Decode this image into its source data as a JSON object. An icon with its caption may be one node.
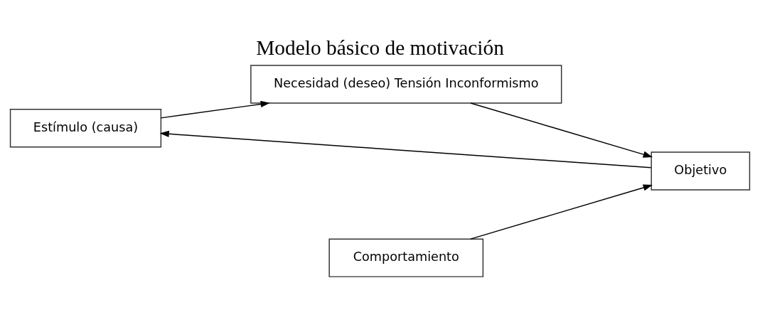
{
  "diagram": {
    "title": "Modelo básico de motivación",
    "nodes": [
      {
        "text": [
          "Estímulo (causa)"
        ]
      },
      {
        "text": [
          "Necesidad (deseo) Tensión Inconformismo"
        ]
      },
      {
        "text": [
          "Objetivo"
        ]
      },
      {
        "text": [
          "Comportamiento"
        ]
      }
    ],
    "edges": [
      {
        "from": 0,
        "to": 1,
        "arrow": "to"
      },
      {
        "from": 1,
        "to": 2,
        "arrow": "to"
      },
      {
        "from": 3,
        "to": 2,
        "arrow": "to"
      },
      {
        "from": 2,
        "to": 0,
        "arrow": "to"
      }
    ]
  }
}
